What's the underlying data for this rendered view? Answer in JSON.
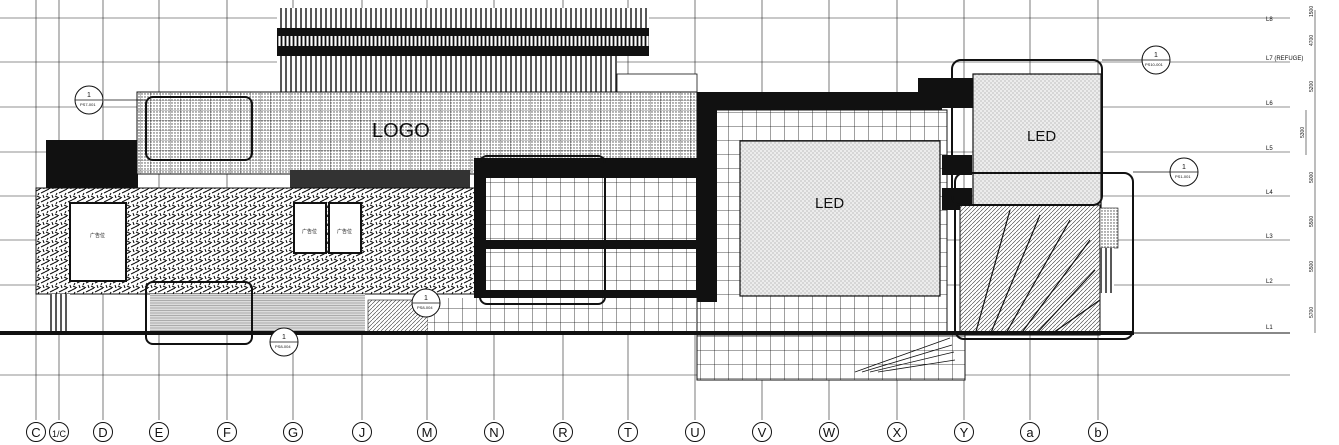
{
  "grid_labels": [
    "C",
    "1/C",
    "D",
    "E",
    "F",
    "G",
    "J",
    "M",
    "N",
    "R",
    "T",
    "U",
    "V",
    "W",
    "X",
    "Y",
    "a",
    "b"
  ],
  "levels": [
    "L8",
    "L7 (REFUGE)",
    "L6",
    "L5",
    "L4",
    "L3",
    "L2",
    "L1"
  ],
  "level_dimensions": [
    "4700",
    "5200",
    "5000",
    "5500",
    "5500",
    "5700"
  ],
  "upper_dimensions": [
    "1500",
    "5300"
  ],
  "facade_text": {
    "logo": "LOGO",
    "led_center": "LED",
    "led_right": "LED",
    "signs": [
      "广告位",
      "广告位",
      "广告位"
    ]
  },
  "detail_tags": [
    {
      "number": "1",
      "ref": "PS7-001"
    },
    {
      "number": "1",
      "ref": "PS10-001"
    },
    {
      "number": "1",
      "ref": "PS1-001"
    },
    {
      "number": "1",
      "ref": "PS8-004"
    },
    {
      "number": "1",
      "ref": "PS8-004"
    }
  ]
}
